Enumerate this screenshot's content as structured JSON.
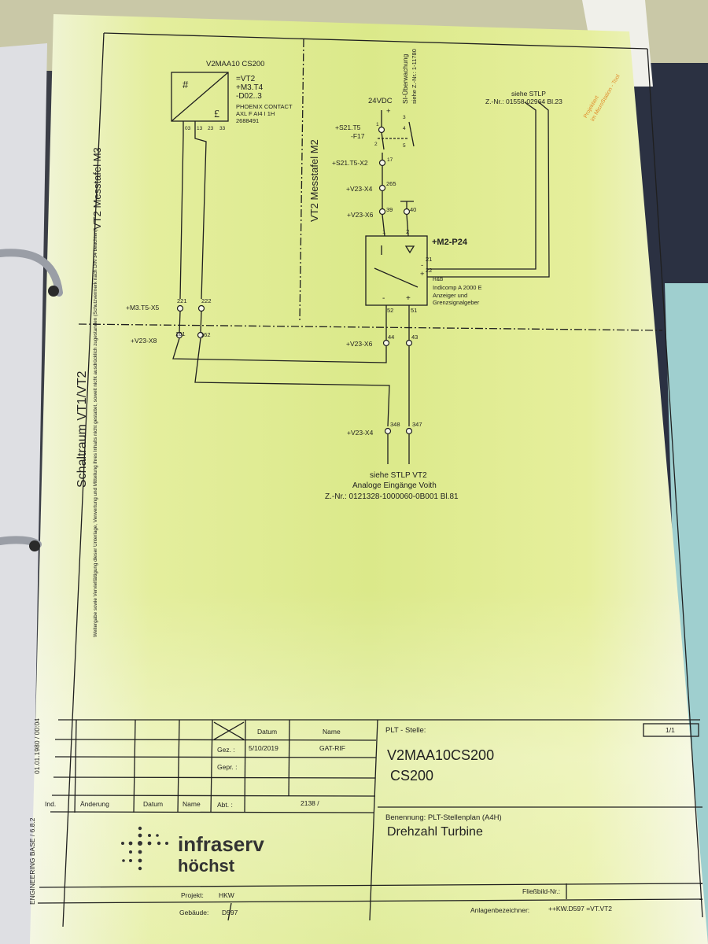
{
  "module": {
    "tag": "V2MAA10 CS200",
    "assignment": [
      "=VT2",
      "+M3.T4",
      "-D02..3"
    ],
    "maker": [
      "PHOENIX CONTACT",
      "AXL F AI4 I 1H",
      "2688491"
    ],
    "pins": [
      "03",
      "13",
      "23",
      "33"
    ]
  },
  "zones": {
    "left": "VT2  Messtafel M3",
    "middle": "VT2  Messtafel M2",
    "bottom": "Schaltraum VT1/VT2"
  },
  "legal_note": "Weitergabe sowie Vervielfältigung dieser Unterlage, Verwertung und Mitteilung ihres Inhalts nicht gestattet, soweit nicht ausdrücklich zugestanden (Schutzvermerk nach DIN 34 beachten)",
  "supply": {
    "voltage": "24VDC",
    "plus": "+",
    "monitor": [
      "SI-Überwachung",
      "siehe Z.-Nr.: 1-11780"
    ],
    "fuse": [
      "+S21.T5",
      "-F17"
    ],
    "fuse_pins": [
      "1",
      "2",
      "3",
      "4",
      "5"
    ],
    "x2": "+S21.T5-X2",
    "x2_pin": "17"
  },
  "terminals": {
    "x4_top": "+V23-X4",
    "x4_top_pin": "265",
    "x6_top": "+V23-X6",
    "x6_top_pins": [
      "39",
      "40"
    ],
    "x5": "+M3.T5-X5",
    "x5_pins": [
      "221",
      "222"
    ],
    "x8": "+V23-X8",
    "x8_pins": [
      "161",
      "162"
    ],
    "x6_bottom": "+V23-X6",
    "x6_bottom_pins": [
      "44",
      "43"
    ],
    "x4_bottom": "+V23-X4",
    "x4_bottom_pins": [
      "348",
      "347"
    ]
  },
  "indicator": {
    "tag": "+M2-P24",
    "pins_top": [
      "1",
      "2"
    ],
    "pins_side": [
      "21",
      "22"
    ],
    "side_signs": [
      "-",
      "+"
    ],
    "pins_bottom": [
      "52",
      "51"
    ],
    "bottom_signs": [
      "-",
      "+"
    ],
    "description": [
      "H&B",
      "Indicomp A 2000 E",
      "Anzeiger und",
      "Grenzsignalgeber"
    ]
  },
  "references": {
    "top_right": [
      "siehe STLP",
      "Z.-Nr.: 01558-02964 Bl.23"
    ],
    "stamp": [
      "Projektiert",
      "im MicroStation - Tool"
    ],
    "bottom": [
      "siehe STLP VT2",
      "Analoge Eingänge Voith",
      "Z.-Nr.: 0121328-1000060-0B001 Bl.81"
    ]
  },
  "title_block": {
    "sheet": "1/1",
    "plt_label": "PLT - Stelle:",
    "plt_tag": "V2MAA10CS200",
    "plt_short": "CS200",
    "col_datum": "Datum",
    "col_name": "Name",
    "gez_label": "Gez. :",
    "gez_date": "5/10/2019",
    "gez_name": "GAT-RIF",
    "gepr_label": "Gepr. :",
    "abt_label": "Abt. :",
    "abt_value": "2138 /",
    "rev_headers": [
      "Ind.",
      "Änderung",
      "Datum",
      "Name"
    ],
    "benennung": "Benennung: PLT-Stellenplan (A4H)",
    "title": "Drehzahl Turbine",
    "fliessbild": "Fließbild-Nr.:",
    "projekt_label": "Projekt:",
    "projekt": "HKW",
    "gebaeude_label": "Gebäude:",
    "gebaeude": "D597",
    "anlagen_label": "Anlagenbezeichner:",
    "anlagen": "++KW.D597 =VT.VT2",
    "company_1": "infraserv",
    "company_2": "höchst",
    "margin_date": "01.01.1980 / 00:04",
    "margin_base": "ENGINEERING BASE / 6.8.2"
  },
  "colors": {
    "paper": "#f4f6dc",
    "highlight": "#dde98c",
    "binder": "#2a2f3a",
    "teal": "#9fcfcf",
    "ink": "#222222",
    "orange": "#e08a2a"
  }
}
